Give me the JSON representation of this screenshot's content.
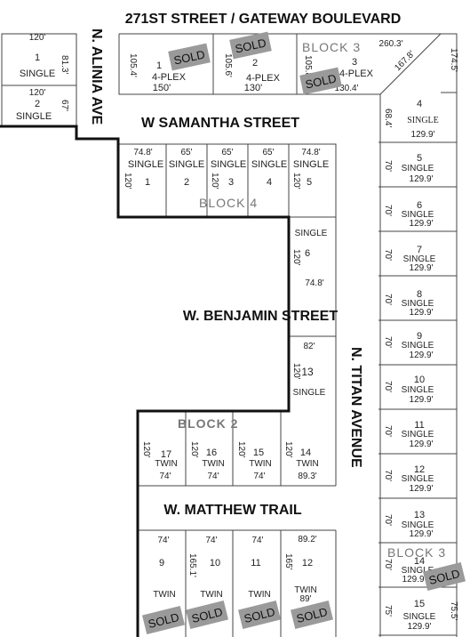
{
  "streets": {
    "north": "271ST STREET / GATEWAY BOULEVARD",
    "alinia": "N. ALINIA AVE",
    "samantha": "W SAMANTHA STREET",
    "benjamin": "W. BENJAMIN STREET",
    "titan": "N. TITAN AVENUE",
    "matthew": "W. MATTHEW TRAIL"
  },
  "blocks": {
    "block3_top": "BLOCK 3",
    "block4": "BLOCK 4",
    "block2": "BLOCK 2",
    "block3_bottom": "BLOCK 3"
  },
  "sold_label": "SOLD",
  "lots": {
    "alinia_1": {
      "num": "1",
      "type": "SINGLE",
      "front": "120'",
      "depth": "81.3'"
    },
    "alinia_2": {
      "num": "2",
      "type": "SINGLE",
      "front": "120'",
      "depth": "67'"
    },
    "top_1": {
      "num": "1",
      "type": "4-PLEX",
      "side": "105.4'",
      "width": "150'"
    },
    "top_2": {
      "num": "2",
      "type": "4-PLEX",
      "side": "105.6'",
      "width": "130'"
    },
    "top_3": {
      "num": "3",
      "type": "4-PLEX",
      "side": "105.8'",
      "width": "130.4'",
      "top": "260.3'",
      "diag": "167.8'",
      "right": "174.5'"
    },
    "b4_1": {
      "num": "1",
      "type": "SINGLE",
      "width": "74.8'",
      "depth": "120'"
    },
    "b4_2": {
      "num": "2",
      "type": "SINGLE",
      "width": "65'"
    },
    "b4_3": {
      "num": "3",
      "type": "SINGLE",
      "width": "65'",
      "depth": "120'"
    },
    "b4_4": {
      "num": "4",
      "type": "SINGLE",
      "width": "65'"
    },
    "b4_5": {
      "num": "5",
      "type": "SINGLE",
      "width": "74.8'",
      "depth": "120'"
    },
    "b4_6": {
      "num": "6",
      "type": "SINGLE",
      "width": "74.8'",
      "depth": "120'"
    },
    "b4_13": {
      "num": "13",
      "type": "SINGLE",
      "width": "82'",
      "depth": "120'"
    },
    "b2_17": {
      "num": "17",
      "type": "TWIN",
      "width": "74'",
      "depth": "120'"
    },
    "b2_16": {
      "num": "16",
      "type": "TWIN",
      "width": "74'",
      "depth": "120'"
    },
    "b2_15": {
      "num": "15",
      "type": "TWIN",
      "width": "74'",
      "depth": "120'"
    },
    "b2_14": {
      "num": "14",
      "type": "TWIN",
      "width": "89.3'",
      "depth": "120'"
    },
    "b2_9": {
      "num": "9",
      "type": "TWIN",
      "width": "74'"
    },
    "b2_10": {
      "num": "10",
      "type": "TWIN",
      "width": "74'",
      "depth": "165.1'"
    },
    "b2_11": {
      "num": "11",
      "type": "TWIN",
      "width": "74'"
    },
    "b2_12": {
      "num": "12",
      "type": "TWIN",
      "width": "89.2'",
      "depth": "165'",
      "bottom": "89'"
    },
    "t_4": {
      "num": "4",
      "type": "SINGLE",
      "side": "68.4'",
      "width": "129.9'"
    },
    "t_5": {
      "num": "5",
      "type": "SINGLE",
      "side": "70'",
      "width": "129.9'"
    },
    "t_6": {
      "num": "6",
      "type": "SINGLE",
      "side": "70'",
      "width": "129.9'"
    },
    "t_7": {
      "num": "7",
      "type": "SINGLE",
      "side": "70'",
      "width": "129.9'"
    },
    "t_8": {
      "num": "8",
      "type": "SINGLE",
      "side": "70'",
      "width": "129.9'"
    },
    "t_9": {
      "num": "9",
      "type": "SINGLE",
      "side": "70'",
      "width": "129.9'"
    },
    "t_10": {
      "num": "10",
      "type": "SINGLE",
      "side": "70'",
      "width": "129.9'"
    },
    "t_11": {
      "num": "11",
      "type": "SINGLE",
      "side": "70'",
      "width": "129.9'"
    },
    "t_12": {
      "num": "12",
      "type": "SINGLE",
      "side": "70'",
      "width": "129.9'"
    },
    "t_13": {
      "num": "13",
      "type": "SINGLE",
      "side": "70'",
      "width": "129.9'"
    },
    "t_14": {
      "num": "14",
      "type": "SINGLE",
      "side": "70'",
      "width": "129.9'"
    },
    "t_15": {
      "num": "15",
      "type": "SINGLE",
      "side": "75'",
      "right": "75.5'",
      "width": "129.9'"
    }
  }
}
